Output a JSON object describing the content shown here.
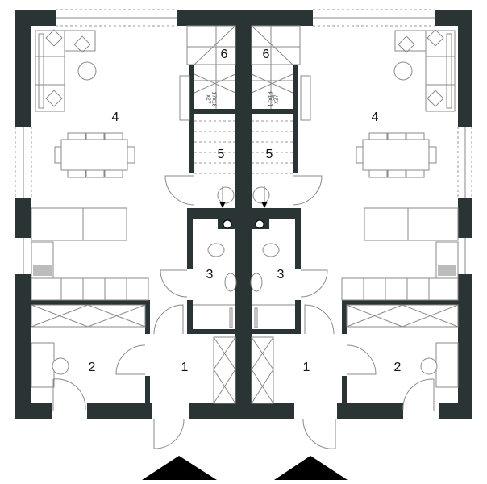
{
  "plan": {
    "type": "semi-detached house ground floor plan",
    "colors": {
      "wall": "#2b3434",
      "line": "#8a8a8a",
      "background": "#ffffff",
      "entrance_marker": "#000000"
    },
    "left_unit": {
      "rooms": [
        {
          "id": "1",
          "label": "1",
          "name": "hall"
        },
        {
          "id": "2",
          "label": "2",
          "name": "room"
        },
        {
          "id": "3",
          "label": "3",
          "name": "bathroom"
        },
        {
          "id": "4",
          "label": "4",
          "name": "living-dining-kitchen"
        },
        {
          "id": "5",
          "label": "5",
          "name": "staircase-lower"
        },
        {
          "id": "6",
          "label": "6",
          "name": "staircase-upper"
        }
      ],
      "stair_note": {
        "line1": "17x18",
        "line2": "x27"
      }
    },
    "right_unit": {
      "rooms": [
        {
          "id": "1",
          "label": "1",
          "name": "hall"
        },
        {
          "id": "2",
          "label": "2",
          "name": "room"
        },
        {
          "id": "3",
          "label": "3",
          "name": "bathroom"
        },
        {
          "id": "4",
          "label": "4",
          "name": "living-dining-kitchen"
        },
        {
          "id": "5",
          "label": "5",
          "name": "staircase-lower"
        },
        {
          "id": "6",
          "label": "6",
          "name": "staircase-upper"
        }
      ],
      "stair_note": {
        "line1": "17x18",
        "line2": "x27"
      }
    },
    "entrance_markers": [
      "entrance-arrow-left",
      "entrance-arrow-right"
    ]
  }
}
